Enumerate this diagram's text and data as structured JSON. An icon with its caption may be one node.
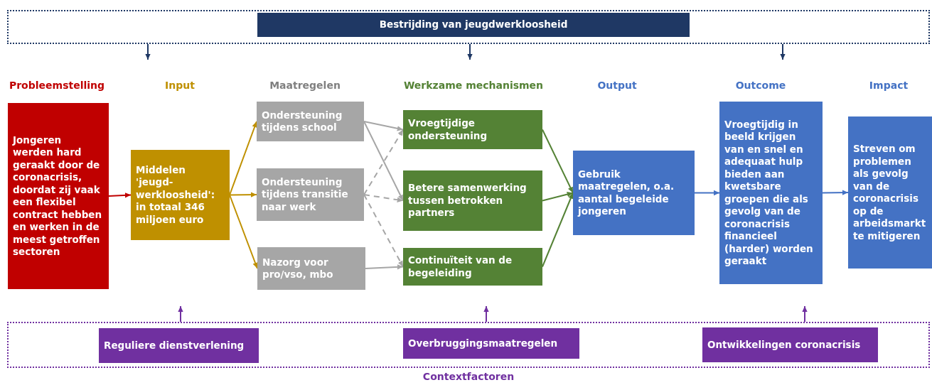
{
  "diagram": {
    "nodes": [
      {
        "text": [],
        "shape": "box"
      },
      {
        "text": [
          "Bestrijding van jeugdwerkloosheid"
        ],
        "in": 0
      },
      {
        "text": [
          "Jongeren werden hard geraakt door de coronacrisis, doordat zij vaak een flexibel contract hebben en werken in de meest getroffen sectoren"
        ]
      },
      {
        "text": [
          "Middelen 'jeugd-werkloosheid': in totaal 346 miljoen euro"
        ]
      },
      {
        "text": [
          "Ondersteuning tijdens school"
        ]
      },
      {
        "text": [
          "Ondersteuning tijdens transitie naar werk"
        ]
      },
      {
        "text": [
          "Nazorg voor pro/vso, mbo"
        ]
      },
      {
        "text": [
          "Vroegtijdige ondersteuning"
        ]
      },
      {
        "text": [
          "Betere samenwerking tussen betrokken partners"
        ]
      },
      {
        "text": [
          "Continuïteit van de begeleiding"
        ]
      },
      {
        "text": [
          "Gebruik maatregelen, o.a. aantal begeleide jongeren"
        ]
      },
      {
        "text": [
          "Vroegtijdig in beeld krijgen van en snel en adequaat hulp bieden aan kwetsbare groepen die als gevolg van de coronacrisis financieel (harder) worden geraakt"
        ]
      },
      {
        "text": [
          "Streven om problemen als gevolg van de coronacrisis op de arbeidsmarkt te mitigeren"
        ]
      },
      {
        "text": [
          "Contextfactoren"
        ]
      },
      {
        "text": [
          "Reguliere dienstverlening"
        ],
        "in": 13
      },
      {
        "text": [
          "Overbruggingsmaatregelen"
        ],
        "in": 13
      },
      {
        "text": [
          "Ontwikkelingen coronacrisis"
        ],
        "in": 13
      }
    ],
    "edges": [
      {
        "from": 0,
        "to": null,
        "arrow": "to",
        "color": "#1f3864"
      },
      {
        "from": 0,
        "to": null,
        "arrow": "to",
        "color": "#1f3864"
      },
      {
        "from": 0,
        "to": null,
        "arrow": "to",
        "color": "#1f3864"
      },
      {
        "from": 2,
        "to": 3,
        "arrow": "to",
        "color": "#c00000"
      },
      {
        "from": 3,
        "to": 4,
        "arrow": "to",
        "color": "#bf9000"
      },
      {
        "from": 3,
        "to": 5,
        "arrow": "to",
        "color": "#bf9000"
      },
      {
        "from": 3,
        "to": 6,
        "arrow": "to",
        "color": "#bf9000"
      },
      {
        "from": 4,
        "to": 7,
        "arrow": "to"
      },
      {
        "from": 4,
        "to": 8,
        "arrow": "to"
      },
      {
        "from": 5,
        "to": 7,
        "arrow": "to",
        "style": "dashed"
      },
      {
        "from": 5,
        "to": 8,
        "arrow": "to",
        "style": "dashed"
      },
      {
        "from": 5,
        "to": 9,
        "arrow": "to",
        "style": "dashed"
      },
      {
        "from": 6,
        "to": 9,
        "arrow": "to"
      },
      {
        "from": 7,
        "to": 10,
        "arrow": "to",
        "color": "#548235"
      },
      {
        "from": 8,
        "to": 10,
        "arrow": "to",
        "color": "#548235"
      },
      {
        "from": 9,
        "to": 10,
        "arrow": "to",
        "color": "#548235"
      },
      {
        "from": 10,
        "to": 11,
        "arrow": "to",
        "color": "#4472c4"
      },
      {
        "from": 11,
        "to": 12,
        "arrow": "to",
        "color": "#4472c4"
      },
      {
        "from": 13,
        "to": null,
        "arrow": "to",
        "color": "#7030a0"
      },
      {
        "from": 13,
        "to": null,
        "arrow": "to",
        "color": "#7030a0"
      },
      {
        "from": 13,
        "to": null,
        "arrow": "to",
        "color": "#7030a0"
      }
    ],
    "labels": [
      "Probleemstelling",
      "Input",
      "Maatregelen",
      "Werkzame mechanismen",
      "Output",
      "Outcome",
      "Impact"
    ]
  }
}
